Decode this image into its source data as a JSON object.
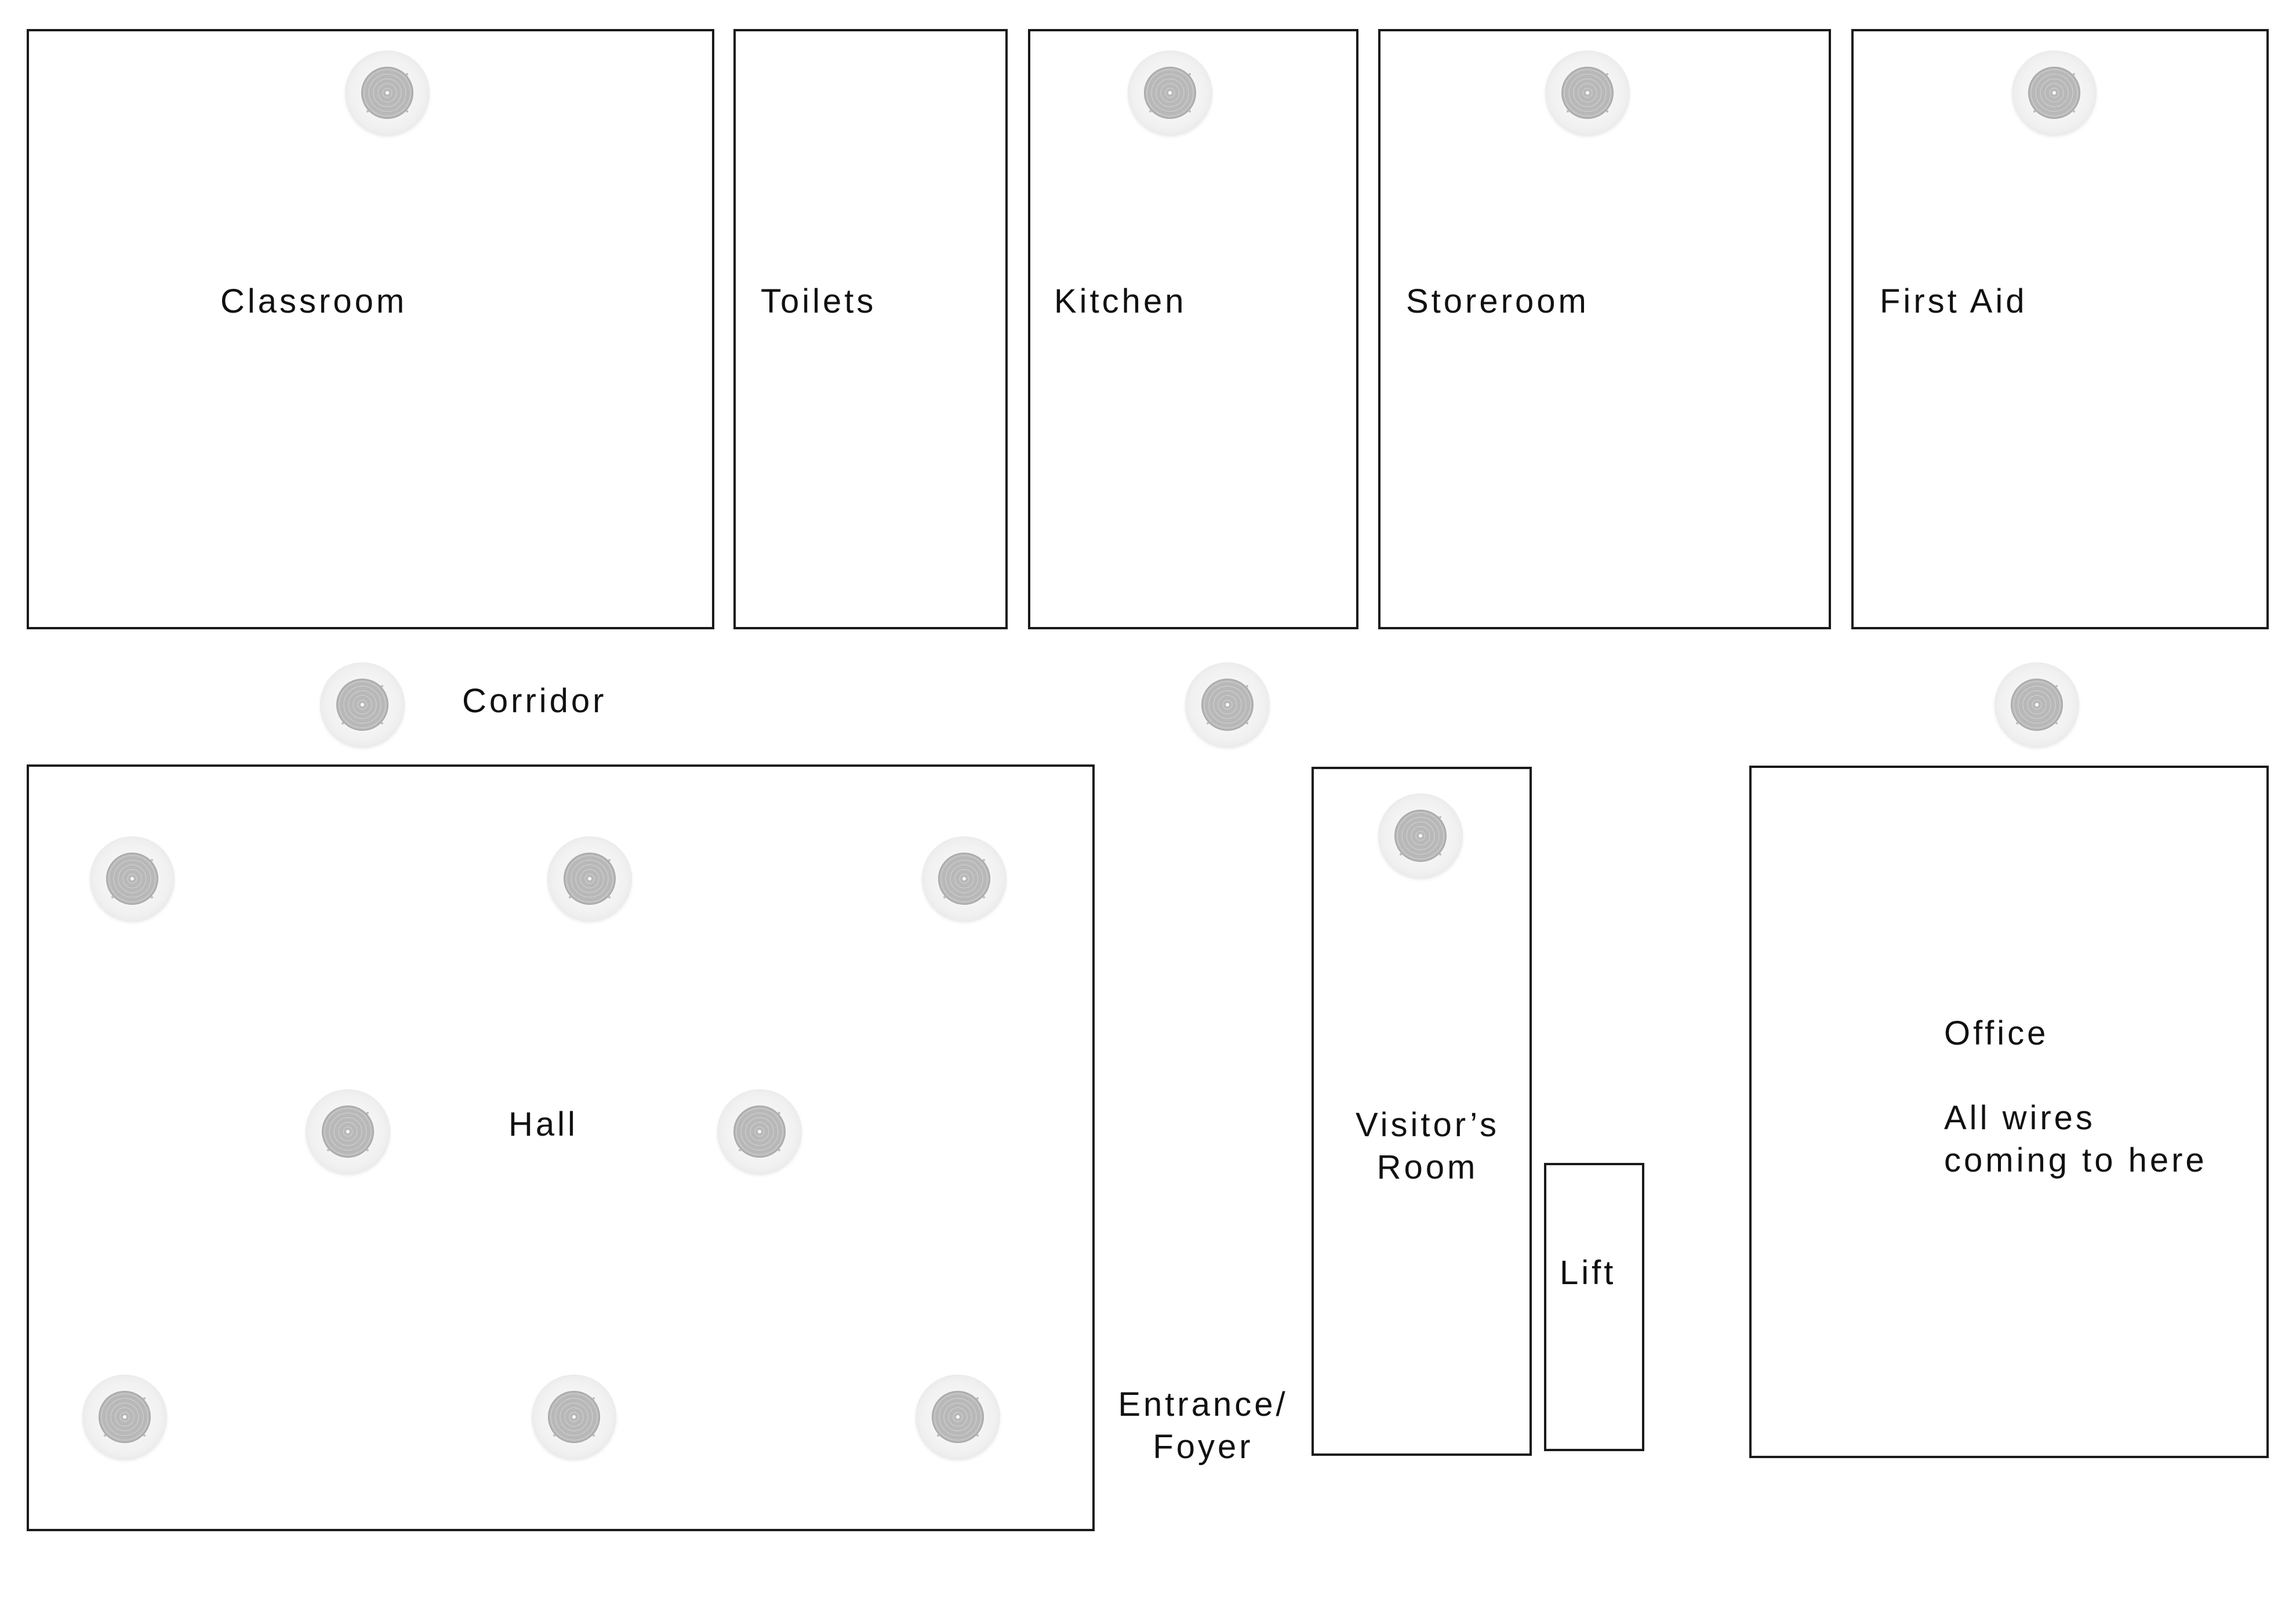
{
  "rooms": {
    "classroom": "Classroom",
    "toilets": "Toilets",
    "kitchen": "Kitchen",
    "storeroom": "Storeroom",
    "first_aid": "First Aid",
    "hall": "Hall",
    "visitors_room": "Visitor’s\nRoom",
    "lift": "Lift",
    "office": "Office\n\nAll wires\ncoming to here"
  },
  "areas": {
    "corridor": "Corridor",
    "entrance_foyer": "Entrance/\nFoyer"
  },
  "icons": {
    "speaker": "ceiling-speaker-icon",
    "speaker_count": 16
  },
  "colors": {
    "wall": "#1a1a1a",
    "speaker_grille": "#b8b8b8",
    "speaker_rim": "#f1f1f1"
  }
}
